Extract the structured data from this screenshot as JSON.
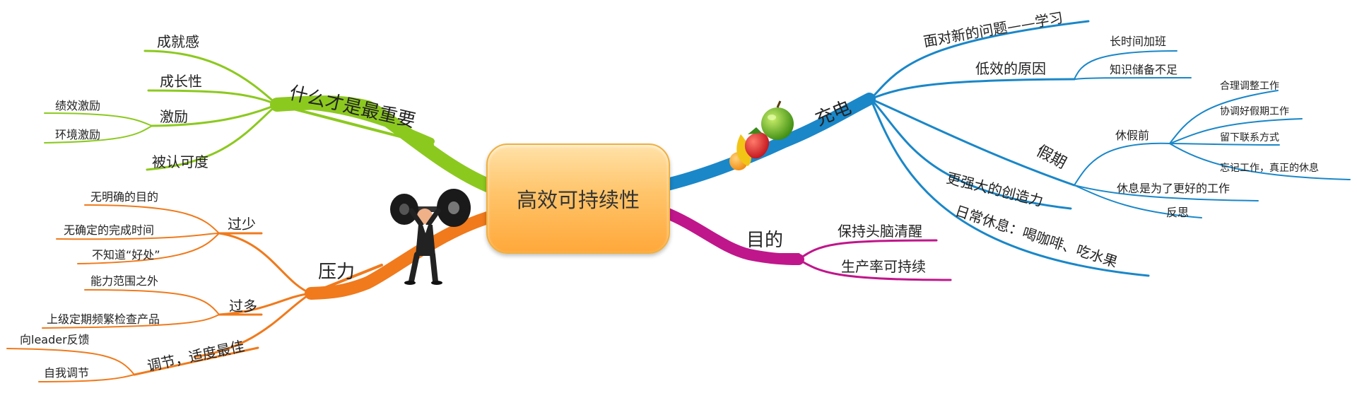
{
  "central": "高效可持续性",
  "branches": {
    "important": {
      "label": "什么才是最重要",
      "color": "#8cc91f",
      "children": [
        "成就感",
        "成长性",
        "激励",
        "被认可度"
      ],
      "motivation": [
        "绩效激励",
        "环境激励"
      ]
    },
    "pressure": {
      "label": "压力",
      "color": "#f07a1c",
      "too_little": {
        "label": "过少",
        "items": [
          "无明确的目的",
          "无确定的完成时间",
          "不知道“好处”"
        ]
      },
      "too_much": {
        "label": "过多",
        "items": [
          "能力范围之外",
          "上级定期频繁检查产品"
        ]
      },
      "adjust": {
        "label": "调节，适度最佳",
        "items": [
          "向leader反馈",
          "自我调节"
        ]
      }
    },
    "recharge": {
      "label": "充电",
      "color": "#1a87c8",
      "learn": "面对新的问题——学习",
      "low": {
        "label": "低效的原因",
        "items": [
          "长时间加班",
          "知识储备不足"
        ]
      },
      "vacation": {
        "label": "假期",
        "before": {
          "label": "休假前",
          "items": [
            "合理调整工作",
            "协调好假期工作",
            "留下联系方式",
            "忘记工作，真正的休息"
          ]
        },
        "rest": "休息是为了更好的工作",
        "reflect": "反思"
      },
      "creativity": "更强大的创造力",
      "daily": "日常休息：喝咖啡、吃水果"
    },
    "purpose": {
      "label": "目的",
      "color": "#c0168b",
      "items": [
        "保持头脑清醒",
        "生产率可持续"
      ]
    }
  }
}
